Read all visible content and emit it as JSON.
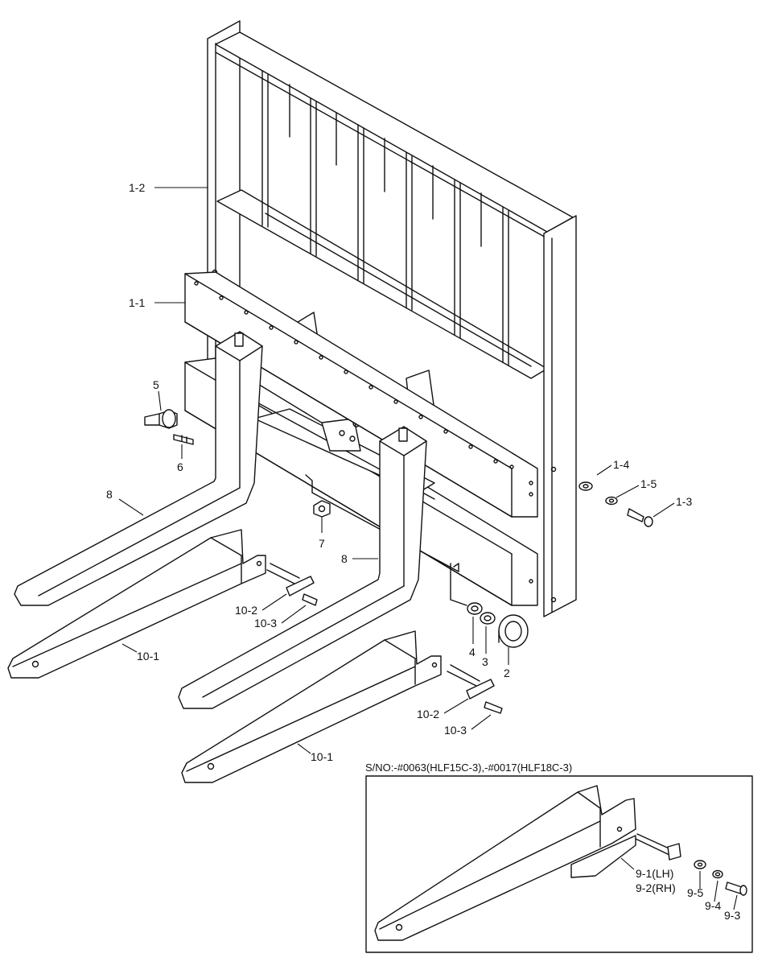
{
  "callouts": {
    "c1_1": "1-1",
    "c1_2": "1-2",
    "c1_3": "1-3",
    "c1_4": "1-4",
    "c1_5": "1-5",
    "c2": "2",
    "c3": "3",
    "c4": "4",
    "c5": "5",
    "c6": "6",
    "c7": "7",
    "c8a": "8",
    "c8b": "8",
    "c10_1a": "10-1",
    "c10_1b": "10-1",
    "c10_2a": "10-2",
    "c10_2b": "10-2",
    "c10_3a": "10-3",
    "c10_3b": "10-3",
    "c9_1": "9-1(LH)",
    "c9_2": "9-2(RH)",
    "c9_3": "9-3",
    "c9_4": "9-4",
    "c9_5": "9-5"
  },
  "inset": {
    "title": "S/NO:-#0063(HLF15C-3),-#0017(HLF18C-3)"
  }
}
